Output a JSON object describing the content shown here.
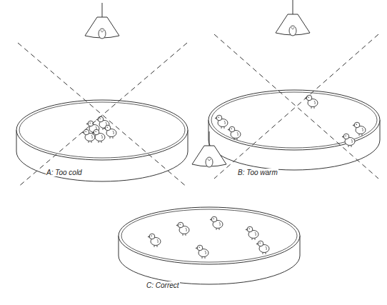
{
  "diagram": {
    "labels": [
      "A: Too cold",
      "B: Too warm",
      "C: Correct"
    ]
  }
}
